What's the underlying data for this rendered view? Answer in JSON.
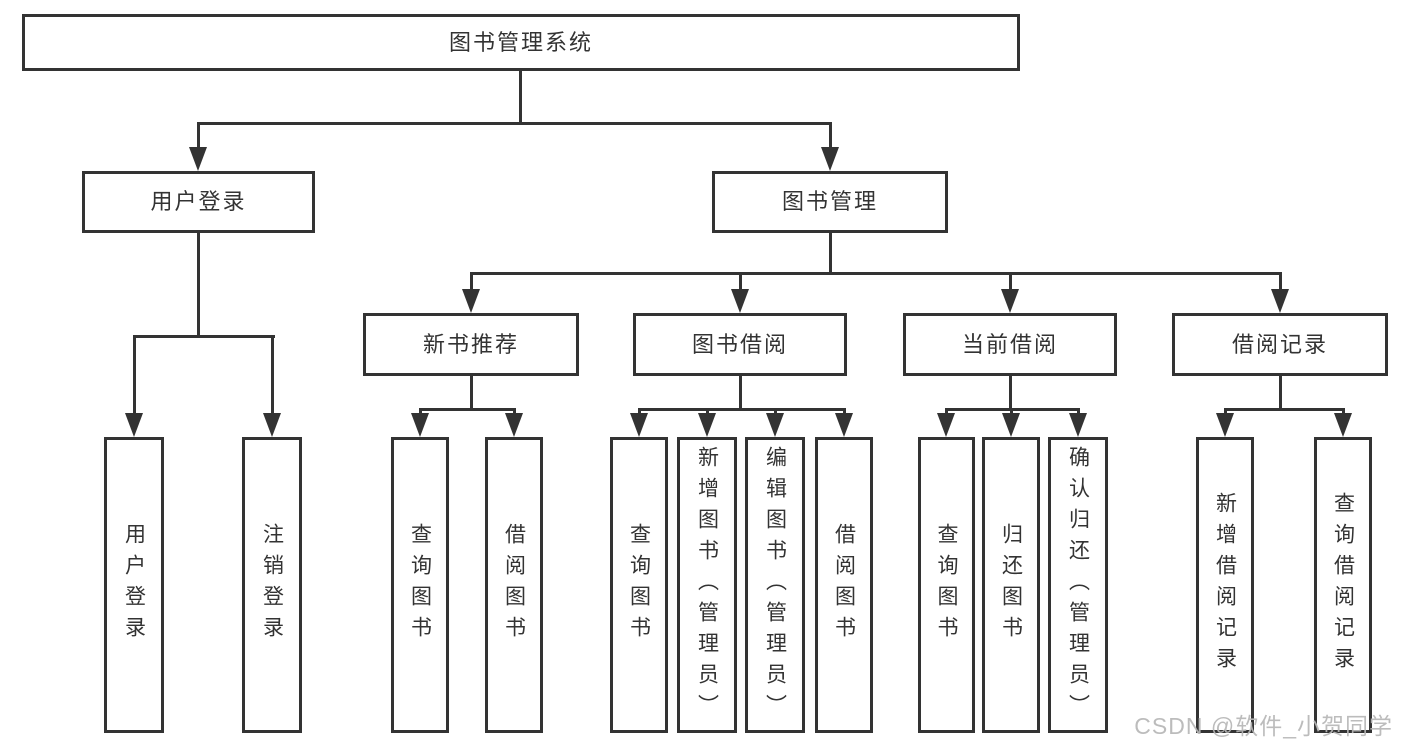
{
  "diagram": {
    "root": {
      "label": "图书管理系统"
    },
    "level2": [
      {
        "label": "用户登录"
      },
      {
        "label": "图书管理"
      }
    ],
    "level3": [
      {
        "label": "新书推荐"
      },
      {
        "label": "图书借阅"
      },
      {
        "label": "当前借阅"
      },
      {
        "label": "借阅记录"
      }
    ],
    "leaves": {
      "user_login": [
        "用户登录",
        "注销登录"
      ],
      "new_book_rec": [
        "查询图书",
        "借阅图书"
      ],
      "book_borrow": [
        "查询图书",
        "新增图书（管理员）",
        "编辑图书（管理员）",
        "借阅图书"
      ],
      "current_borrow": [
        "查询图书",
        "归还图书",
        "确认归还（管理员）"
      ],
      "borrow_record": [
        "新增借阅记录",
        "查询借阅记录"
      ]
    }
  },
  "watermark": {
    "text": "CSDN @软件_小贺同学"
  },
  "colors": {
    "line": "#333333",
    "text": "#333333",
    "watermark": "#b7b7b7",
    "background": "#ffffff"
  }
}
